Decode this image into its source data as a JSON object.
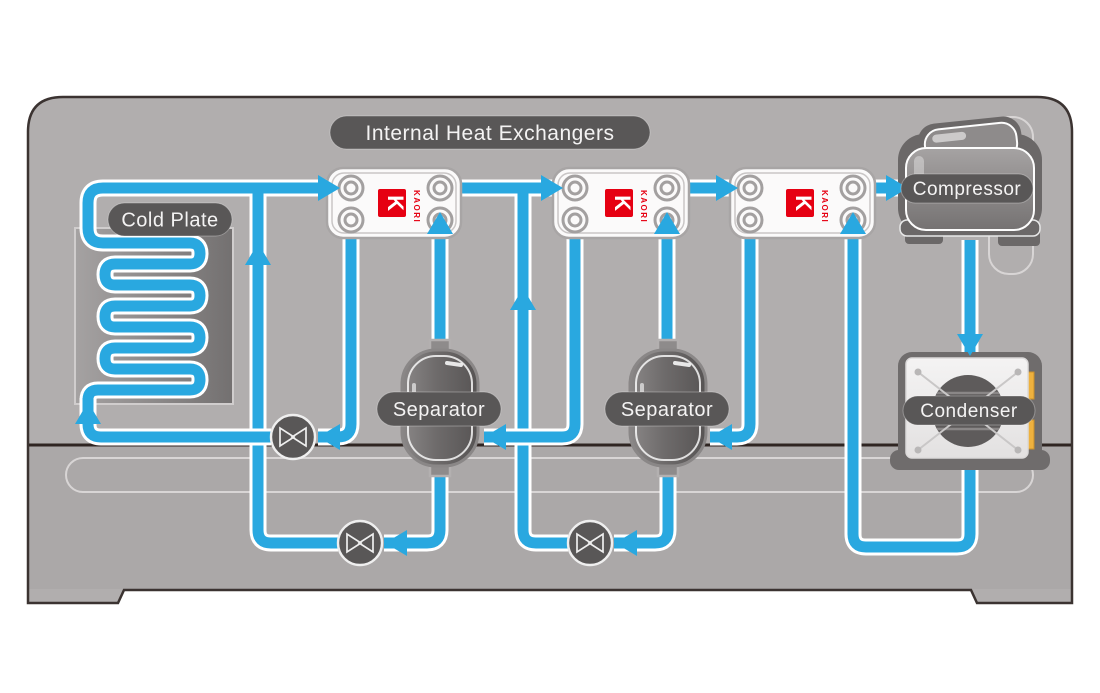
{
  "diagram_title": "Internal Heat Exchangers",
  "labels": {
    "cold_plate": "Cold Plate",
    "separator_left": "Separator",
    "separator_right": "Separator",
    "compressor": "Compressor",
    "condenser": "Condenser"
  },
  "brand": {
    "name": "KAORI",
    "logo_letter": "K"
  },
  "colors": {
    "pipe_blue": "#29A8E0",
    "pipe_casing": "#FFFFFF",
    "chassis_gray": "#B1AEAE",
    "chassis_outline": "#3B3331",
    "seam_dark": "#2F2522",
    "label_pill_bg": "#595757",
    "label_text": "#F4F3F3",
    "kaori_red": "#E60012",
    "component_dark_gray": "#6B6868",
    "condenser_fin_orange": "#EEB13E"
  },
  "icons": {
    "expansion_valve": "bowtie-in-circle",
    "flow_arrow": "solid-triangle",
    "separator_vessel": "capsule-tank",
    "fan": "circle-with-x-brace"
  }
}
